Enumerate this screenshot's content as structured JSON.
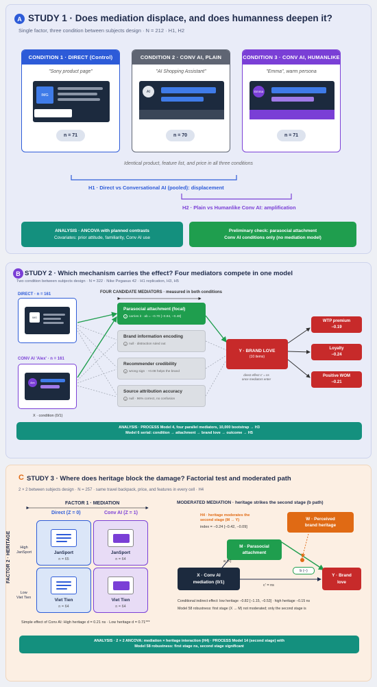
{
  "study1": {
    "badge": "A",
    "title": "STUDY 1 · Does mediation displace, and does humanness deepen it?",
    "subtitle": "Single factor, three condition between subjects design · N = 212 · H1, H2",
    "conditions": [
      {
        "header": "CONDITION 1 · DIRECT (Control)",
        "quote": "\"Sony product page\"",
        "icon": "IMG",
        "n": "n = 71"
      },
      {
        "header": "CONDITION 2 · CONV AI, PLAIN",
        "quote": "\"AI Shopping Assistant\"",
        "icon": "AI",
        "n": "n = 70"
      },
      {
        "header": "CONDITION 3 · CONV AI, HUMANLIKE",
        "quote": "\"Emma\", warm persona",
        "icon": "Emma",
        "n": "n = 71"
      }
    ],
    "identical_note": "Identical product, feature list, and price in all three conditions",
    "h1_label": "H1 · Direct vs Conversational AI (pooled): displacement",
    "h2_label": "H2 · Plain vs Humanlike Conv AI: amplification",
    "analysis_title": "ANALYSIS · ANCOVA with planned contrasts",
    "analysis_sub": "Covariates: prior attitude, familiarity, Conv AI use",
    "prelim_title": "Preliminary check: parasocial attachment",
    "prelim_sub": "Conv AI conditions only (no mediation model)"
  },
  "study2": {
    "badge": "B",
    "title": "STUDY 2 · Which mechanism carries the effect? Four mediators compete in one model",
    "subtitle": "Two condition between subjects design · N = 322 · Nike Pegasus 42 · H1 replication, H3, H5",
    "direct_label": "DIRECT · n = 161",
    "direct_icon": "IMG",
    "conv_label": "CONV AI 'Alex' · n = 161",
    "conv_icon": "Alex",
    "x_label": "X · condition (0/1)",
    "mediators_header": "FOUR CANDIDATE MEDIATORS · measured in both conditions",
    "mediators": [
      {
        "name": "Parasocial attachment (focal)",
        "note": "carries it · ab = −0.70 [−0.94, −0.48]",
        "icon": "✓"
      },
      {
        "name": "Brand information encoding",
        "note": "null · distraction ruled out",
        "icon": "×"
      },
      {
        "name": "Recommender credibility",
        "note": "wrong sign · +0.08 helps the brand",
        "icon": "×"
      },
      {
        "name": "Source attribution accuracy",
        "note": "null · 96% correct, no confusion",
        "icon": "×"
      }
    ],
    "y_label": "Y · BRAND LOVE",
    "y_sub": "(10 items)",
    "direct_effect_note": [
      "direct effect c' = ns",
      "once mediators enter"
    ],
    "outcomes": [
      {
        "name": "WTP premium",
        "value": "−0.19"
      },
      {
        "name": "Loyalty",
        "value": "−0.24"
      },
      {
        "name": "Positive WOM",
        "value": "−0.21"
      }
    ],
    "analysis_line1": "ANALYSIS · PROCESS Model 4, four parallel mediators, 10,000 bootstrap → H3",
    "analysis_line2": "Model 6 serial: condition → attachment → brand love → outcome → H5"
  },
  "study3": {
    "badge": "C",
    "title": "STUDY 3 · Where does heritage block the damage? Factorial test and moderated path",
    "subtitle": "2 × 2 between subjects design · N = 257 · same travel backpack, price, and features in every cell · H4",
    "factor1": "FACTOR 1 · MEDIATION",
    "col1": "Direct (Z = 0)",
    "col2": "Conv AI (Z = 1)",
    "factor2": "FACTOR 2 · HERITAGE",
    "row1": [
      "High",
      "JanSport"
    ],
    "row2": [
      "Low",
      "Viet Tien"
    ],
    "cells": [
      {
        "brand": "JanSport",
        "n": "n = 65"
      },
      {
        "brand": "JanSport",
        "n": "n = 64"
      },
      {
        "brand": "Viet Tien",
        "n": "n = 64"
      },
      {
        "brand": "Viet Tien",
        "n": "n = 64"
      }
    ],
    "simple_effect": "Simple effect of Conv AI: High heritage d = 0.21 ns · Low heritage d = 0.71***",
    "mm_title": "MODERATED MEDIATION · heritage strikes the second stage (b path)",
    "h4_note": [
      "H4 · heritage moderates the",
      "second stage (M → Y)"
    ],
    "index_note": "index = −0.24 [−0.42, −0.09]",
    "w_label": [
      "W · Perceived",
      "brand heritage"
    ],
    "m_label": [
      "M · Parasocial",
      "attachment"
    ],
    "x_label": [
      "X · Conv AI",
      "mediation (0/1)"
    ],
    "y_label": [
      "Y · Brand",
      "love"
    ],
    "a_path": "a (+)",
    "b_path": "b (−)",
    "c_path": "c' = ns",
    "cond_effect": "Conditional indirect effect: low heritage −0.82 [−1.15, −0.53] · high heritage −0.15 ns",
    "robust": "Model 58 robustness: first stage (X → M) not moderated; only the second stage is",
    "analysis_line1": "ANALYSIS · 2 × 2 ANCOVA: mediation × heritage interaction (H4) · PROCESS Model 14 (second stage) with",
    "analysis_line2": "Model 58 robustness: first stage ns, second stage significant"
  }
}
